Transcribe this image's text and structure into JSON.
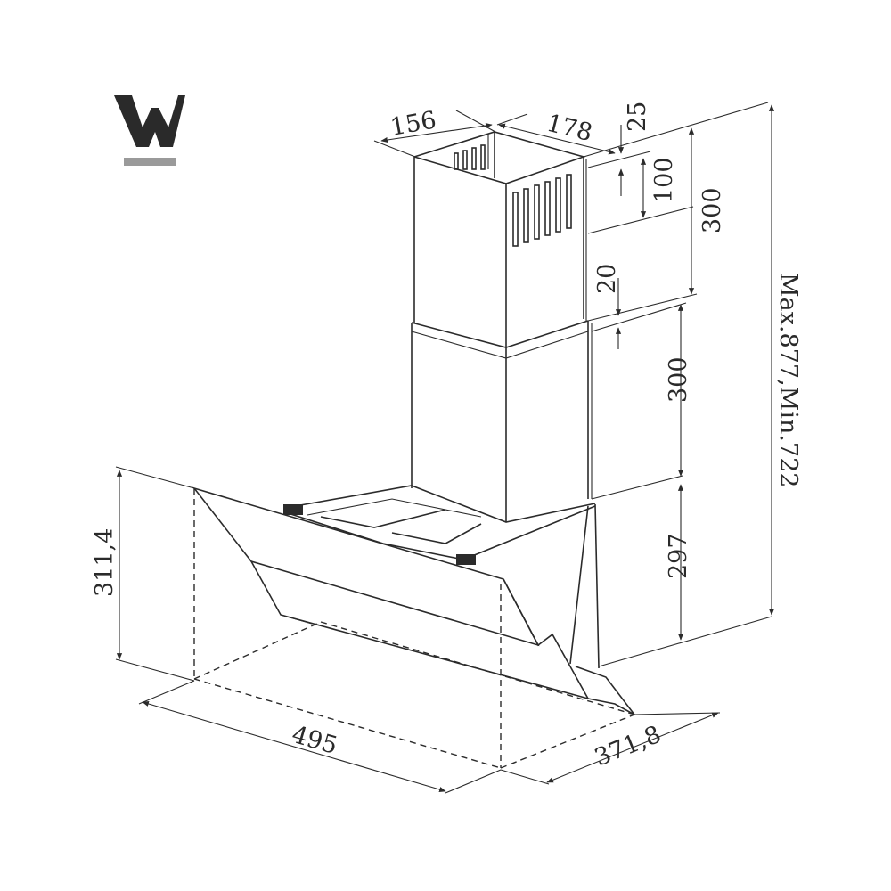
{
  "logo": {
    "letter": "W",
    "mark_color": "#2a2a2a",
    "underline_color": "#9a9a9a"
  },
  "dimensions": {
    "duct_width": "156",
    "duct_depth": "178",
    "bracket_offset": "25",
    "vent_height": "100",
    "upper_chimney": "300",
    "overlap": "20",
    "lower_chimney": "300",
    "canopy_rear_height": "297",
    "overall_height": "Max.877,Min.722",
    "canopy_height": "311,4",
    "width": "495",
    "depth": "371,8"
  },
  "colors": {
    "line": "#2b2b2b",
    "background": "#ffffff"
  }
}
